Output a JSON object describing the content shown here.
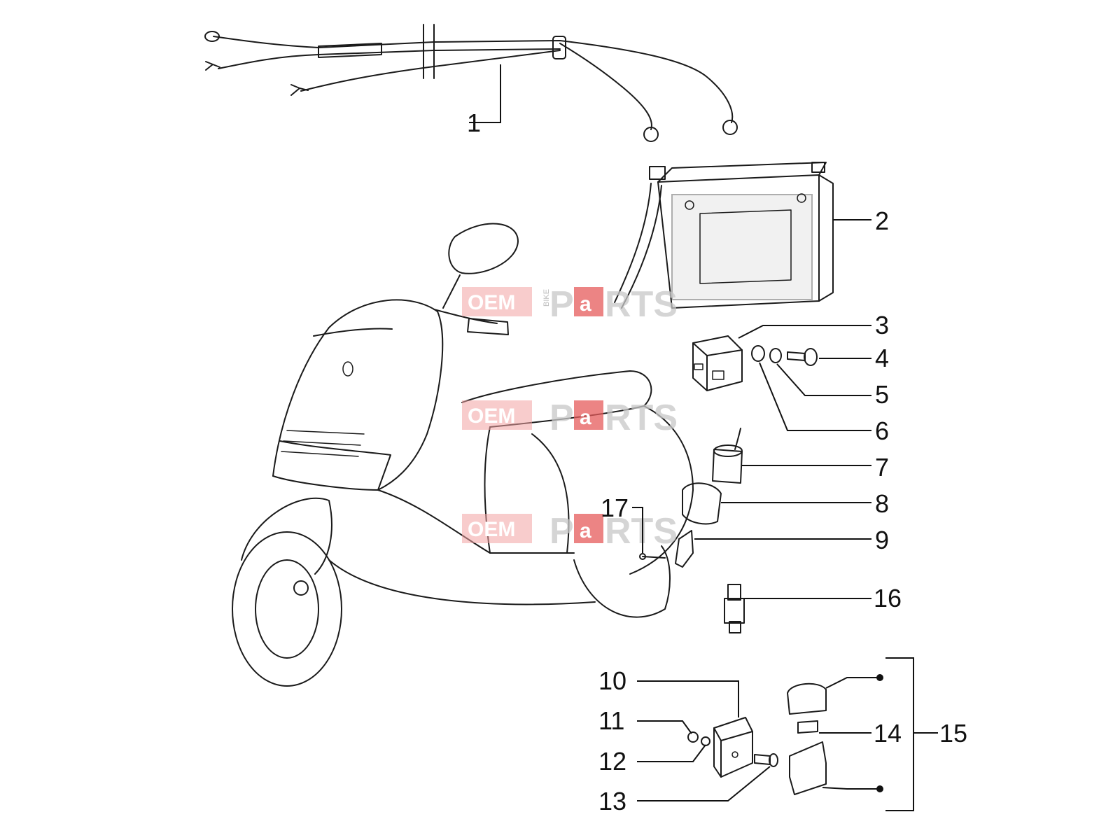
{
  "callouts": [
    {
      "id": "1",
      "label": "1"
    },
    {
      "id": "2",
      "label": "2"
    },
    {
      "id": "3",
      "label": "3"
    },
    {
      "id": "4",
      "label": "4"
    },
    {
      "id": "5",
      "label": "5"
    },
    {
      "id": "6",
      "label": "6"
    },
    {
      "id": "7",
      "label": "7"
    },
    {
      "id": "8",
      "label": "8"
    },
    {
      "id": "9",
      "label": "9"
    },
    {
      "id": "10",
      "label": "10"
    },
    {
      "id": "11",
      "label": "11"
    },
    {
      "id": "12",
      "label": "12"
    },
    {
      "id": "13",
      "label": "13"
    },
    {
      "id": "14",
      "label": "14"
    },
    {
      "id": "15",
      "label": "15"
    },
    {
      "id": "16",
      "label": "16"
    },
    {
      "id": "17",
      "label": "17"
    }
  ],
  "watermark": {
    "oem": "OEM",
    "bike": "BIKE",
    "pa": "P",
    "a": "a",
    "rts": "RTS"
  },
  "colors": {
    "line": "#1a1a1a",
    "watermark_red": "#e55b5b",
    "watermark_grey": "#c8c8c8"
  }
}
